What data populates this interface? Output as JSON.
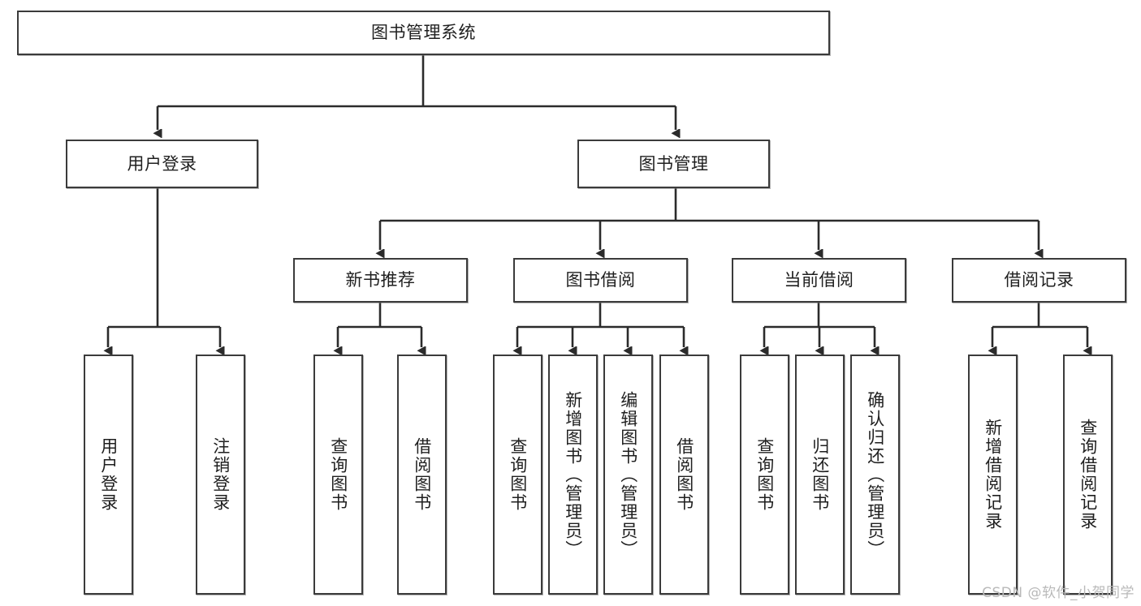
{
  "diagram": {
    "type": "tree",
    "title": "图书管理系统",
    "watermark": "CSDN @软件_小贺同学",
    "colors": {
      "node_border": "#3b3b3b",
      "node_fill": "#ffffff",
      "edge": "#2b2b2b",
      "watermark": "#b9b9b9",
      "background": "#ffffff"
    },
    "nodes": {
      "root": {
        "label": "图书管理系统",
        "level": 0
      },
      "user_login": {
        "label": "用户登录",
        "level": 1
      },
      "book_manage": {
        "label": "图书管理",
        "level": 1
      },
      "new_book_rec": {
        "label": "新书推荐",
        "level": 2
      },
      "book_borrow": {
        "label": "图书借阅",
        "level": 2
      },
      "current_borrow": {
        "label": "当前借阅",
        "level": 2
      },
      "borrow_record": {
        "label": "借阅记录",
        "level": 2
      },
      "leaf_user_login": {
        "label": "用户登录",
        "level": 3
      },
      "leaf_logout": {
        "label": "注销登录",
        "level": 3
      },
      "leaf_query_book_a": {
        "label": "查询图书",
        "level": 3
      },
      "leaf_borrow_book_a": {
        "label": "借阅图书",
        "level": 3
      },
      "leaf_query_book_b": {
        "label": "查询图书",
        "level": 3
      },
      "leaf_add_book": {
        "label": "新增图书（管理员）",
        "level": 3
      },
      "leaf_edit_book": {
        "label": "编辑图书（管理员）",
        "level": 3
      },
      "leaf_borrow_book_b": {
        "label": "借阅图书",
        "level": 3
      },
      "leaf_query_book_c": {
        "label": "查询图书",
        "level": 3
      },
      "leaf_return_book": {
        "label": "归还图书",
        "level": 3
      },
      "leaf_confirm_return": {
        "label": "确认归还（管理员）",
        "level": 3
      },
      "leaf_add_record": {
        "label": "新增借阅记录",
        "level": 3
      },
      "leaf_query_record": {
        "label": "查询借阅记录",
        "level": 3
      }
    },
    "edges": [
      {
        "from": "root",
        "to": "user_login"
      },
      {
        "from": "root",
        "to": "book_manage"
      },
      {
        "from": "user_login",
        "to": "leaf_user_login"
      },
      {
        "from": "user_login",
        "to": "leaf_logout"
      },
      {
        "from": "book_manage",
        "to": "new_book_rec"
      },
      {
        "from": "book_manage",
        "to": "book_borrow"
      },
      {
        "from": "book_manage",
        "to": "current_borrow"
      },
      {
        "from": "book_manage",
        "to": "borrow_record"
      },
      {
        "from": "new_book_rec",
        "to": "leaf_query_book_a"
      },
      {
        "from": "new_book_rec",
        "to": "leaf_borrow_book_a"
      },
      {
        "from": "book_borrow",
        "to": "leaf_query_book_b"
      },
      {
        "from": "book_borrow",
        "to": "leaf_add_book"
      },
      {
        "from": "book_borrow",
        "to": "leaf_edit_book"
      },
      {
        "from": "book_borrow",
        "to": "leaf_borrow_book_b"
      },
      {
        "from": "current_borrow",
        "to": "leaf_query_book_c"
      },
      {
        "from": "current_borrow",
        "to": "leaf_return_book"
      },
      {
        "from": "current_borrow",
        "to": "leaf_confirm_return"
      },
      {
        "from": "borrow_record",
        "to": "leaf_add_record"
      },
      {
        "from": "borrow_record",
        "to": "leaf_query_record"
      }
    ]
  }
}
